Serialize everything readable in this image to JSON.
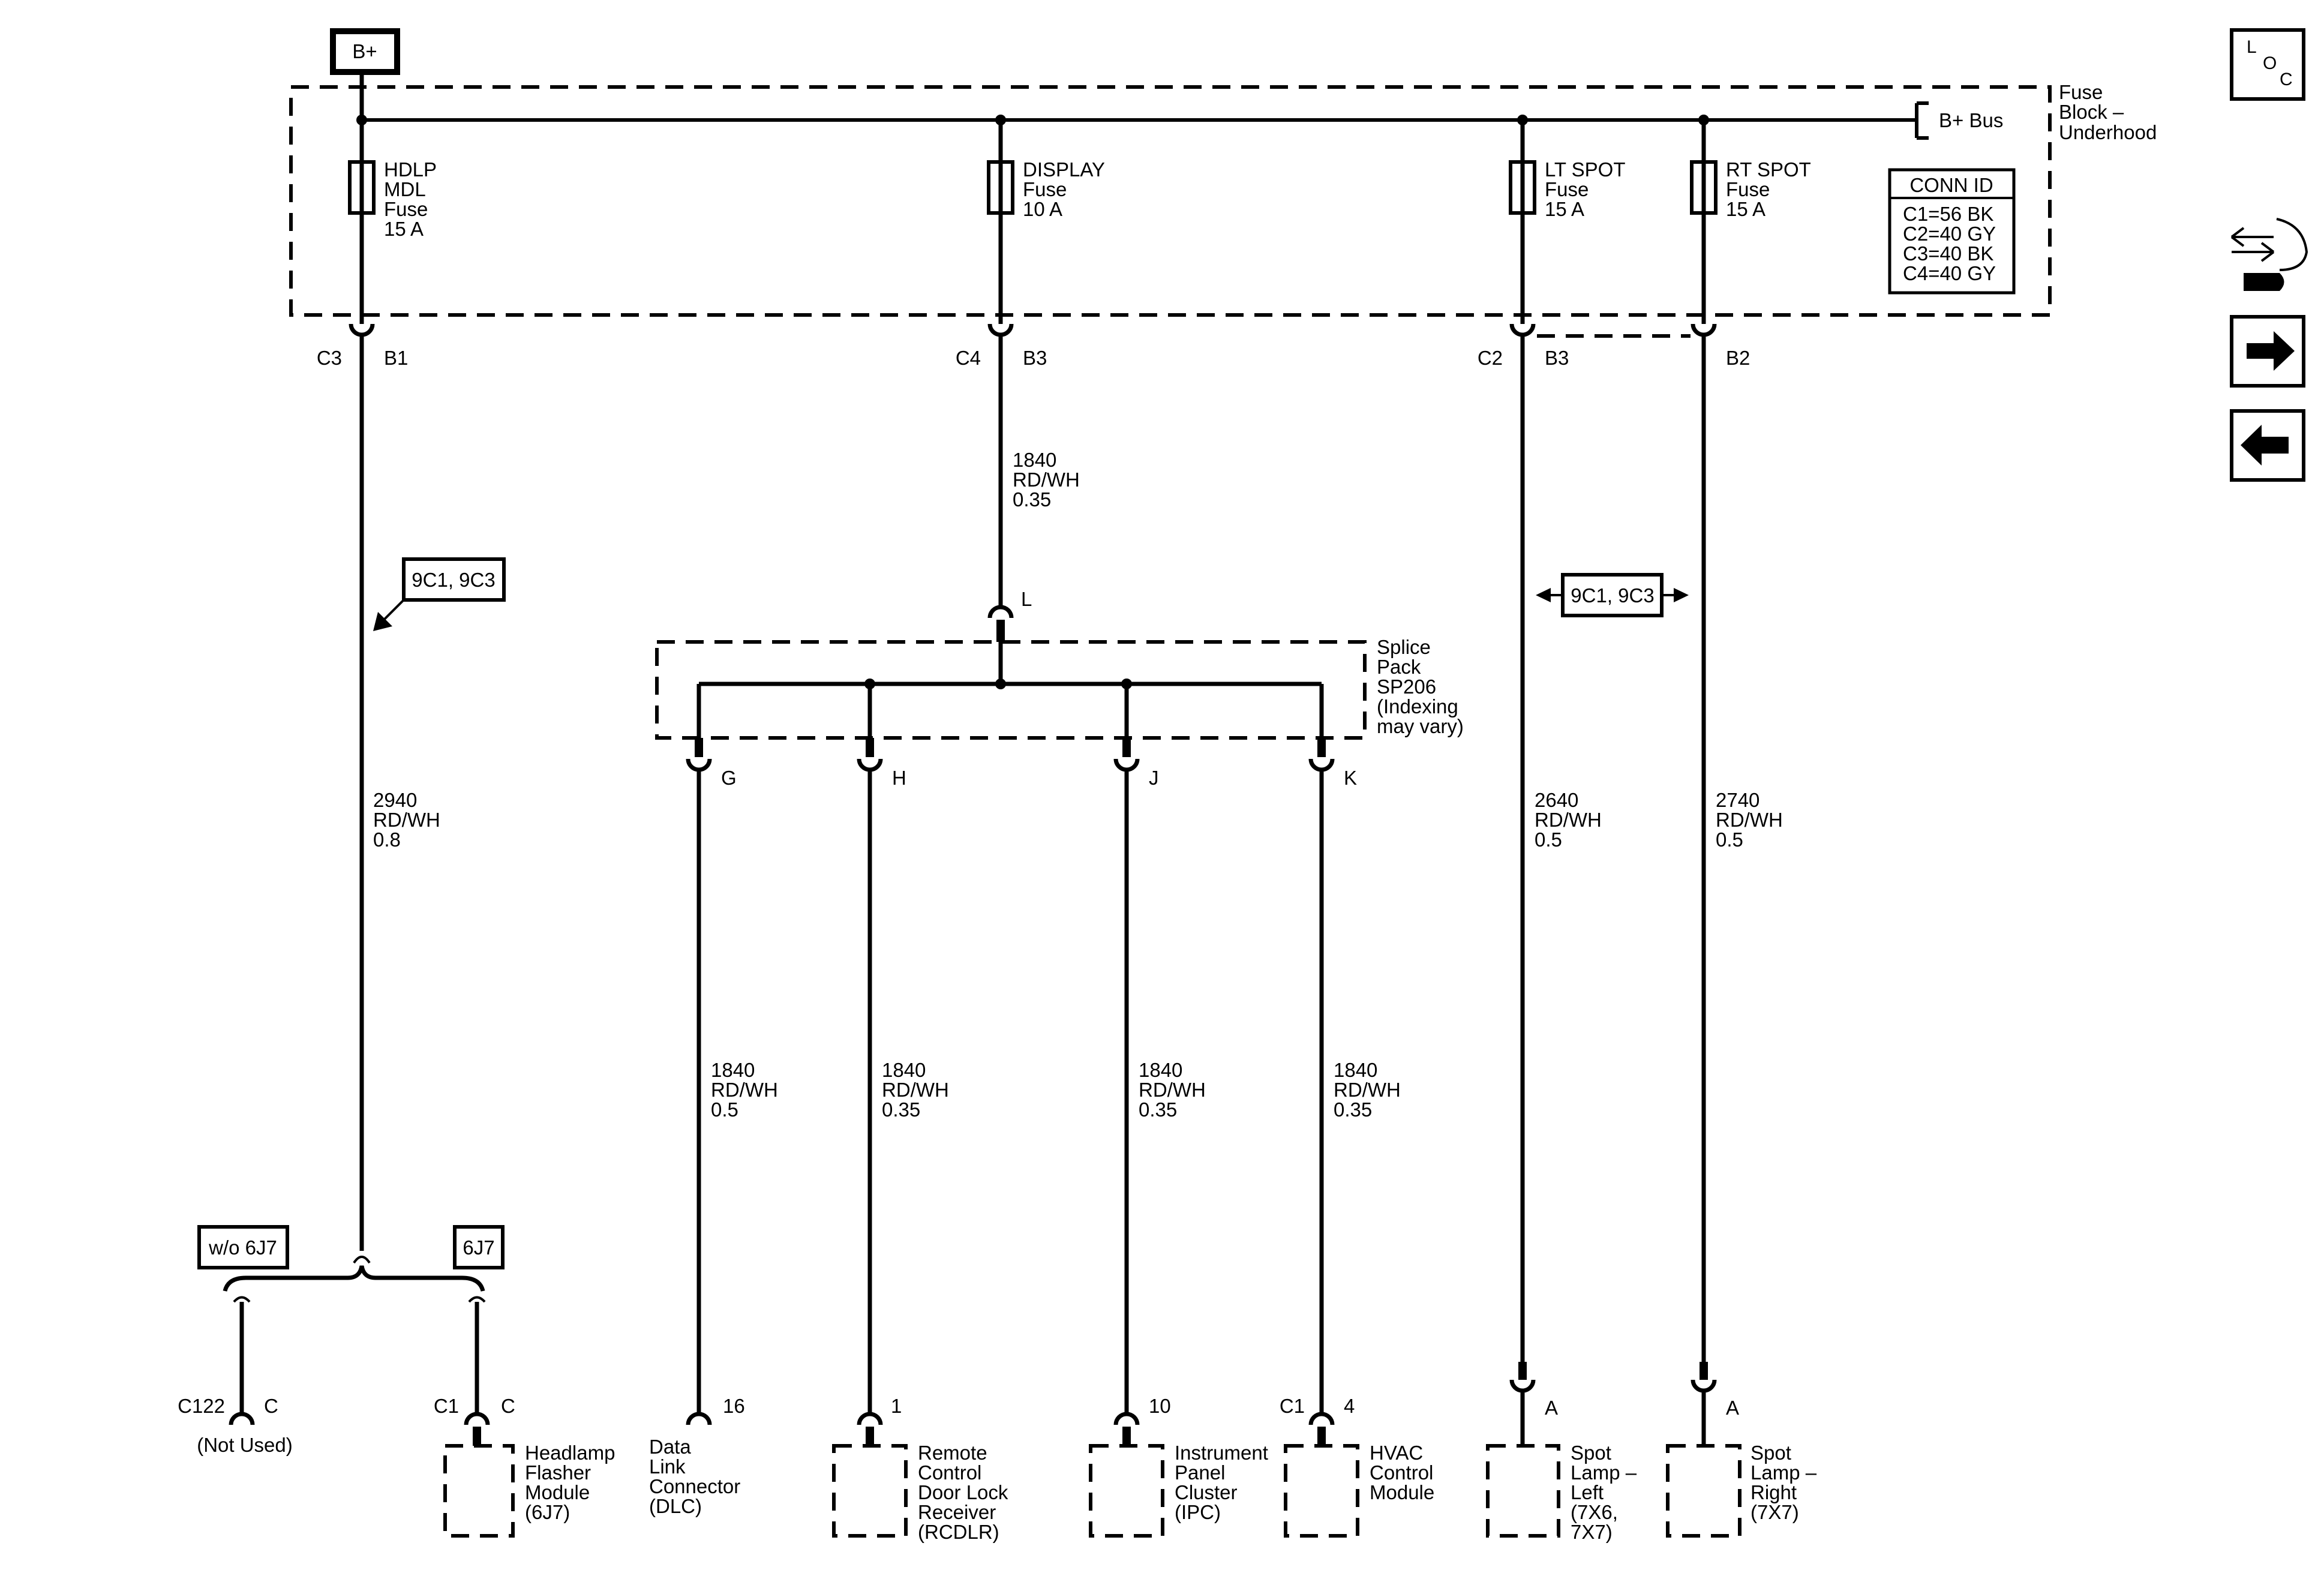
{
  "power_label": "B+",
  "fuse_block": {
    "name": [
      "Fuse",
      "Block –",
      "Underhood"
    ],
    "bus_label": "B+ Bus",
    "conn_id_title": "CONN ID",
    "conn_id": [
      "C1=56 BK",
      "C2=40 GY",
      "C3=40 BK",
      "C4=40 GY"
    ]
  },
  "fuses": [
    {
      "lines": [
        "HDLP",
        "MDL",
        "Fuse",
        "15 A"
      ],
      "conn": "C3",
      "pin": "B1"
    },
    {
      "lines": [
        "DISPLAY",
        "Fuse",
        "10 A"
      ],
      "conn": "C4",
      "pin": "B3"
    },
    {
      "lines": [
        "LT SPOT",
        "Fuse",
        "15 A"
      ],
      "conn": "C2",
      "pin": "B3"
    },
    {
      "lines": [
        "RT SPOT",
        "Fuse",
        "15 A"
      ],
      "conn": "C2",
      "pin": "B2"
    }
  ],
  "wires": {
    "hdlp": [
      "2940",
      "RD/WH",
      "0.8"
    ],
    "display": [
      "1840",
      "RD/WH",
      "0.35"
    ],
    "lt_spot": [
      "2640",
      "RD/WH",
      "0.5"
    ],
    "rt_spot": [
      "2740",
      "RD/WH",
      "0.5"
    ],
    "dlc": [
      "1840",
      "RD/WH",
      "0.5"
    ],
    "rcdlr": [
      "1840",
      "RD/WH",
      "0.35"
    ],
    "ipc": [
      "1840",
      "RD/WH",
      "0.35"
    ],
    "hvac": [
      "1840",
      "RD/WH",
      "0.35"
    ]
  },
  "refs": {
    "left": "9C1, 9C3",
    "right": "9C1, 9C3"
  },
  "splice": {
    "name": [
      "Splice",
      "Pack",
      "SP206",
      "(Indexing",
      "may vary)"
    ],
    "input_pin": "L",
    "pins": [
      "G",
      "H",
      "J",
      "K"
    ]
  },
  "options": {
    "without": "w/o 6J7",
    "with": "6J7"
  },
  "components": {
    "c122": {
      "conn": "C122",
      "pin": "C",
      "note": "(Not Used)"
    },
    "flasher": {
      "conn": "C1",
      "pin": "C",
      "lines": [
        "Headlamp",
        "Flasher",
        "Module",
        "(6J7)"
      ]
    },
    "dlc": {
      "pin": "16",
      "lines": [
        "Data",
        "Link",
        "Connector",
        "(DLC)"
      ]
    },
    "rcdlr": {
      "pin": "1",
      "lines": [
        "Remote",
        "Control",
        "Door Lock",
        "Receiver",
        "(RCDLR)"
      ]
    },
    "ipc": {
      "pin": "10",
      "lines": [
        "Instrument",
        "Panel",
        "Cluster",
        "(IPC)"
      ]
    },
    "hvac": {
      "conn": "C1",
      "pin": "4",
      "lines": [
        "HVAC",
        "Control",
        "Module"
      ]
    },
    "spot_left": {
      "pin": "A",
      "lines": [
        "Spot",
        "Lamp –",
        "Left",
        "(7X6,",
        "7X7)"
      ]
    },
    "spot_right": {
      "pin": "A",
      "lines": [
        "Spot",
        "Lamp –",
        "Right",
        "(7X7)"
      ]
    }
  },
  "nav": {
    "loc_letters": [
      "L",
      "O",
      "C"
    ]
  }
}
